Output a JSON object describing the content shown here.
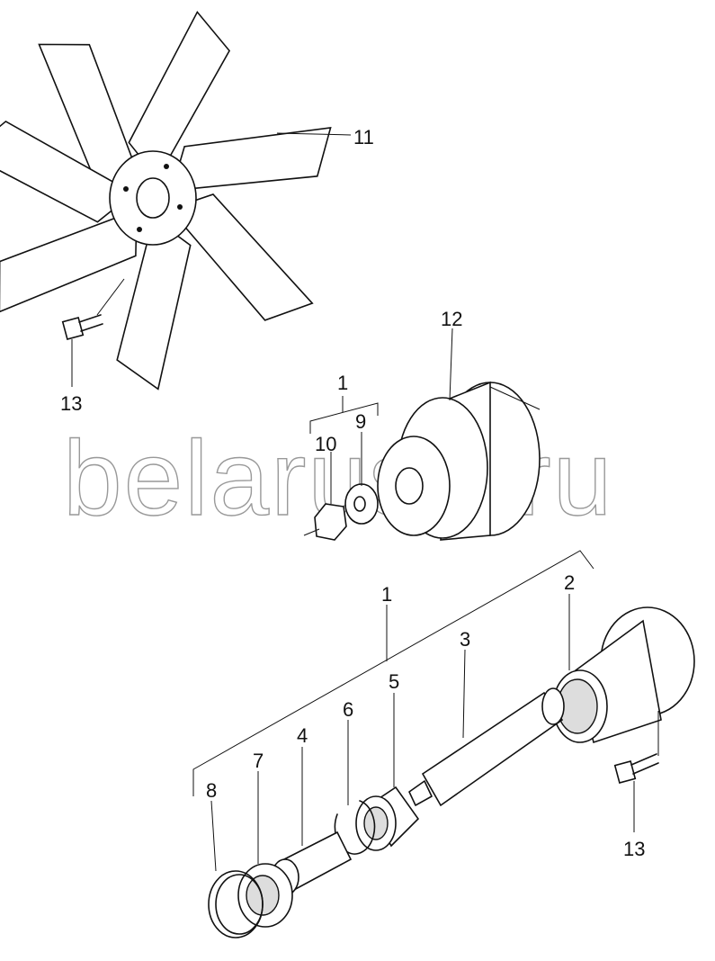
{
  "watermark": "belarus1.ru",
  "callouts": {
    "fan": "11",
    "fan_bolt": "13",
    "pulley": "12",
    "assembly_top": "1",
    "washer": "9",
    "nut": "10",
    "assembly_bottom": "1",
    "housing": "2",
    "shaft": "3",
    "spacer": "4",
    "bearing": "5",
    "snap_ring": "6",
    "bearing_outer": "7",
    "circlip": "8",
    "housing_bolt": "13"
  }
}
